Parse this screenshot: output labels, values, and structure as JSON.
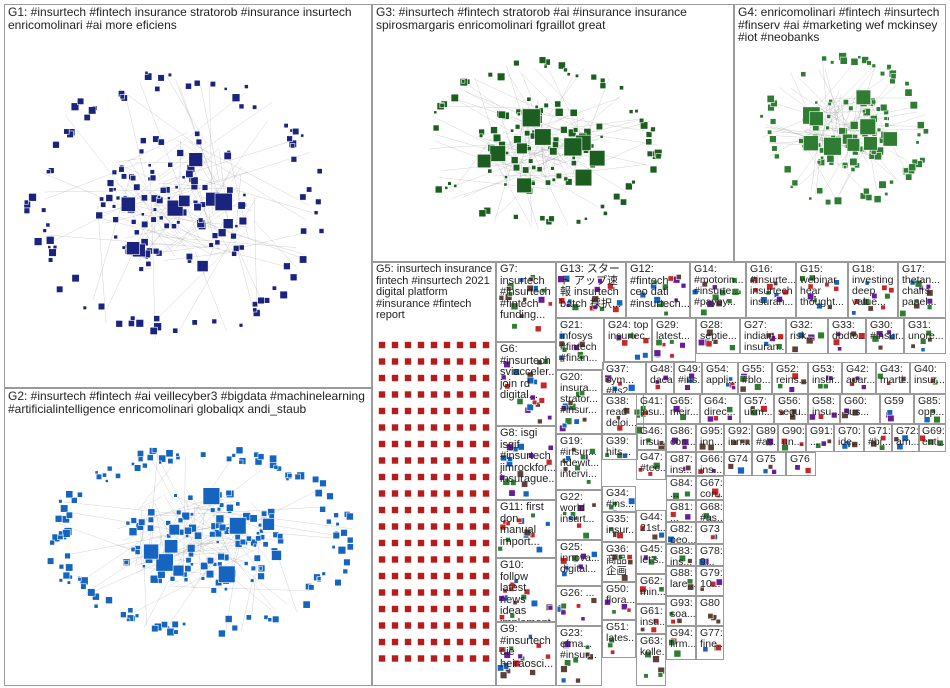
{
  "groups": [
    {
      "id": "G1",
      "label": "G1: #insurtech #fintech insurance stratorob #insurance insurtech enricomolinari #ai more eficiens"
    },
    {
      "id": "G2",
      "label": "G2: #insurtech #fintech #ai veillecyber3 #bigdata #machinelearning #artificialintelligence enricomolinari globaliqx andi_staub"
    },
    {
      "id": "G3",
      "label": "G3: #insurtech #fintech stratorob #ai #insurance insurance spirosmargaris enricomolinari fgraillot great"
    },
    {
      "id": "G4",
      "label": "G4: enricomolinari #fintech #insurtech #finserv #ai #marketing wef mckinsey #iot #neobanks"
    },
    {
      "id": "G5",
      "label": "G5: insurtech insurance fintech #insurtech 2021 digital platform #insurance #fintech report"
    },
    {
      "id": "G6",
      "label": "G6: #insurtech sviacceler... join rd digital..."
    },
    {
      "id": "G7",
      "label": "G7: insurtech #insurtech #fintech funding..."
    },
    {
      "id": "G8",
      "label": "G8: isgi isgif #insurtech jimrockfor... insurague..."
    },
    {
      "id": "G9",
      "label": "G9: #insurtech die heiraosci..."
    },
    {
      "id": "G10",
      "label": "G10: follow latest news ideas implement..."
    },
    {
      "id": "G11",
      "label": "G11: first don manual import..."
    },
    {
      "id": "G12",
      "label": "G12: #fintech ceo dati #insurtech..."
    },
    {
      "id": "G13",
      "label": "G13: スタート アップ速報 insurtech batch 採択..."
    },
    {
      "id": "G14",
      "label": "G14: #motorin... #insurte... #payby..."
    },
    {
      "id": "G15",
      "label": "G15: webinar hear thought..."
    },
    {
      "id": "G16",
      "label": "G16: #insurte... insurtech insuran..."
    },
    {
      "id": "G17",
      "label": "G17: thetan... chairs panel..."
    },
    {
      "id": "G18",
      "label": "G18: investing deep value..."
    },
    {
      "id": "G19",
      "label": "G19: #insur... ridewit... intervi..."
    },
    {
      "id": "G20",
      "label": "G20: insura... strator... #insur..."
    },
    {
      "id": "G21",
      "label": "G21: infosys #fintech #finan..."
    },
    {
      "id": "G22",
      "label": "G22: world insurt..."
    },
    {
      "id": "G23",
      "label": "G23: efma... #insur..."
    },
    {
      "id": "G24",
      "label": "G24: top insurtec..."
    },
    {
      "id": "G25",
      "label": "G25: innova... digital..."
    },
    {
      "id": "G26",
      "label": "G26: ..."
    },
    {
      "id": "G27",
      "label": "G27: indiain... insuran..."
    },
    {
      "id": "G28",
      "label": "G28: septie..."
    },
    {
      "id": "G29",
      "label": "G29: latest..."
    },
    {
      "id": "G30",
      "label": "G30: #insur..."
    },
    {
      "id": "G31",
      "label": "G31: unore..."
    },
    {
      "id": "G32",
      "label": "G32: risk..."
    },
    {
      "id": "G33",
      "label": "G33: dbdto..."
    },
    {
      "id": "G34",
      "label": "G34: #ins... #fint..."
    },
    {
      "id": "G35",
      "label": "G35: insur..."
    },
    {
      "id": "G36",
      "label": "G36: 商品 企画"
    },
    {
      "id": "G37",
      "label": "G37: sym... #its2..."
    },
    {
      "id": "G38",
      "label": "G38: read deloi..."
    },
    {
      "id": "G39",
      "label": "G39: hits..."
    },
    {
      "id": "G40",
      "label": "G40: insur..."
    },
    {
      "id": "G41",
      "label": "G41: insu..."
    },
    {
      "id": "G42",
      "label": "G42: apar..."
    },
    {
      "id": "G43",
      "label": "G43: marti..."
    },
    {
      "id": "G44",
      "label": "G44: 21st..."
    },
    {
      "id": "G45",
      "label": "G45: let's..."
    },
    {
      "id": "G46",
      "label": "G46: insu..."
    },
    {
      "id": "G47",
      "label": "G47: #tec..."
    },
    {
      "id": "G48",
      "label": "G48: daca..."
    },
    {
      "id": "G49",
      "label": "G49: #ins..."
    },
    {
      "id": "G50",
      "label": "G50: flora..."
    },
    {
      "id": "G51",
      "label": "G51: lates..."
    },
    {
      "id": "G52",
      "label": "G52: reins..."
    },
    {
      "id": "G53",
      "label": "G53: insur..."
    },
    {
      "id": "G54",
      "label": "G54: appli..."
    },
    {
      "id": "G55",
      "label": "G55: #blo..."
    },
    {
      "id": "G56",
      "label": "G56: segu..."
    },
    {
      "id": "G57",
      "label": "G57: ukm..."
    },
    {
      "id": "G58",
      "label": "G58: insu..."
    },
    {
      "id": "G59",
      "label": "G59"
    },
    {
      "id": "G60",
      "label": "G60: sus..."
    },
    {
      "id": "G61",
      "label": "G61: insu..."
    },
    {
      "id": "G62",
      "label": "G62: min..."
    },
    {
      "id": "G63",
      "label": "G63: kolle..."
    },
    {
      "id": "G64",
      "label": "G64: direc..."
    },
    {
      "id": "G65",
      "label": "G65: meir..."
    },
    {
      "id": "G66",
      "label": "G66: ins..."
    },
    {
      "id": "G67",
      "label": "G67: con..."
    },
    {
      "id": "G68",
      "label": "G68: #as..."
    },
    {
      "id": "G69",
      "label": "G69: enti..."
    },
    {
      "id": "G70",
      "label": "G70: ide..."
    },
    {
      "id": "G71",
      "label": "G71: #bi..."
    },
    {
      "id": "G72",
      "label": "G72: am..."
    },
    {
      "id": "G73",
      "label": "G73"
    },
    {
      "id": "G74",
      "label": "G74"
    },
    {
      "id": "G75",
      "label": "G75"
    },
    {
      "id": "G76",
      "label": "G76"
    },
    {
      "id": "G77",
      "label": "G77: fine..."
    },
    {
      "id": "G78",
      "label": "G78: 9..."
    },
    {
      "id": "G79",
      "label": "G79: 10..."
    },
    {
      "id": "G80",
      "label": "G80"
    },
    {
      "id": "G81",
      "label": "G81: ..."
    },
    {
      "id": "G82",
      "label": "G82: peo..."
    },
    {
      "id": "G83",
      "label": "G83: ins..."
    },
    {
      "id": "G84",
      "label": "G84: ..."
    },
    {
      "id": "G85",
      "label": "G85: opp..."
    },
    {
      "id": "G86",
      "label": "G86: con..."
    },
    {
      "id": "G87",
      "label": "G87: ins..."
    },
    {
      "id": "G88",
      "label": "G88: lare..."
    },
    {
      "id": "G89",
      "label": "G89: #as..."
    },
    {
      "id": "G90",
      "label": "G90: un..."
    },
    {
      "id": "G91",
      "label": "G91: ..."
    },
    {
      "id": "G92",
      "label": "G92: inn..."
    },
    {
      "id": "G93",
      "label": "G93: soa..."
    },
    {
      "id": "G94",
      "label": "G94: firm..."
    },
    {
      "id": "G95",
      "label": "G95: inn..."
    }
  ],
  "colors": {
    "g1_node": "#1a237e",
    "g2_node": "#1565c0",
    "g3_node": "#1b5e20",
    "g4_node": "#2e7d32",
    "g5_node": "#b71c1c",
    "edge_gray": "#9e9e9e",
    "edge_red": "#e53935",
    "border": "#9a9a9a"
  }
}
